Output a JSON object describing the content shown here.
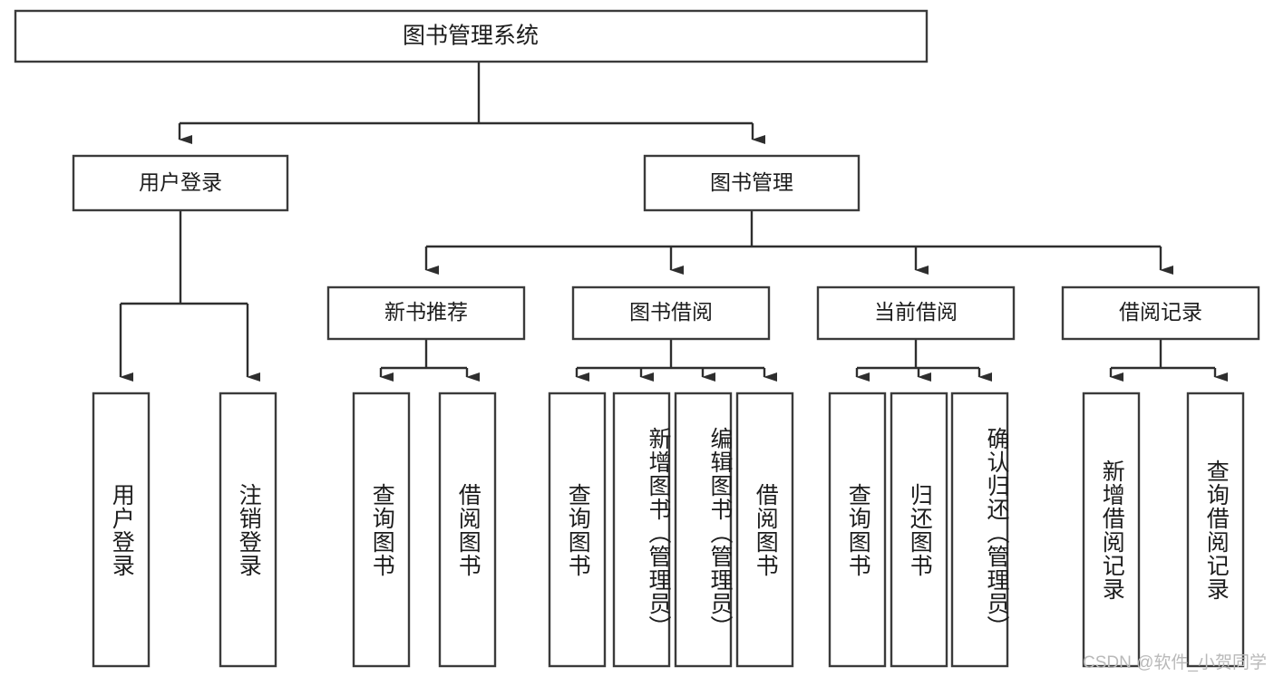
{
  "diagram": {
    "type": "tree-hierarchy-chart",
    "title": "图书管理系统",
    "style": {
      "box_fill": "#ffffff",
      "box_stroke": "#3b3b3b",
      "connector": "#2e2e2e",
      "text": "#1c1c1c",
      "background": "#ffffff"
    },
    "root": {
      "label": "图书管理系统"
    },
    "level2": [
      {
        "label": "用户登录"
      },
      {
        "label": "图书管理"
      }
    ],
    "level3": [
      {
        "label": "新书推荐"
      },
      {
        "label": "图书借阅"
      },
      {
        "label": "当前借阅"
      },
      {
        "label": "借阅记录"
      }
    ],
    "leaves": {
      "user_login": [
        {
          "label": "用户登录"
        },
        {
          "label": "注销登录"
        }
      ],
      "new_book_recommend": [
        {
          "label": "查询图书"
        },
        {
          "label": "借阅图书"
        }
      ],
      "book_borrow": [
        {
          "label": "查询图书"
        },
        {
          "label": "新增图书（管理员）"
        },
        {
          "label": "编辑图书（管理员）"
        },
        {
          "label": "借阅图书"
        }
      ],
      "current_borrow": [
        {
          "label": "查询图书"
        },
        {
          "label": "归还图书"
        },
        {
          "label": "确认归还（管理员）"
        }
      ],
      "borrow_record": [
        {
          "label": "新增借阅记录"
        },
        {
          "label": "查询借阅记录"
        }
      ]
    }
  },
  "watermark": {
    "text": "CSDN @软件_小贺同学"
  }
}
